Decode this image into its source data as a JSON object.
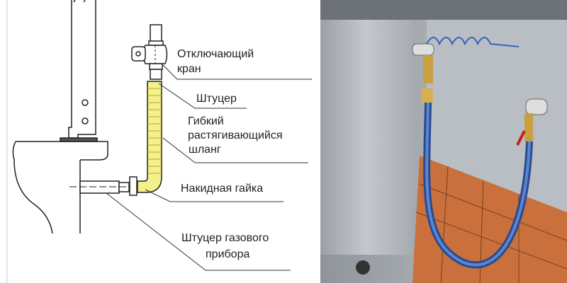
{
  "labels": {
    "shutoff_valve": [
      "Отключающий",
      "кран"
    ],
    "fitting": "Штуцер",
    "flex_hose": [
      "Гибкий",
      "растягивающийся",
      "шланг"
    ],
    "union_nut": "Накидная гайка",
    "appliance_fitting": [
      "Штуцер газового",
      "прибора"
    ]
  },
  "colors": {
    "hose_yellow": "#f4f08a",
    "photo_hose_blue": "#3a64b0",
    "floor_tile": "#c9703c",
    "steel": "#b9bec4"
  }
}
